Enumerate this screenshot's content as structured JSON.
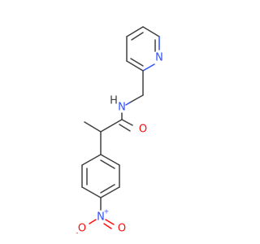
{
  "molecule": {
    "labels": {
      "pyridine_n": "N",
      "amide_n": "N",
      "amide_h": "H",
      "carbonyl_o": "O",
      "nitro_n": "N",
      "nitro_plus": "+",
      "nitro_o_left": "O",
      "nitro_o_minus": "-",
      "nitro_o_right": "O"
    },
    "colors": {
      "bond": "#404040",
      "nitrogen": "#3050f8",
      "oxygen": "#ff0d0d"
    }
  }
}
